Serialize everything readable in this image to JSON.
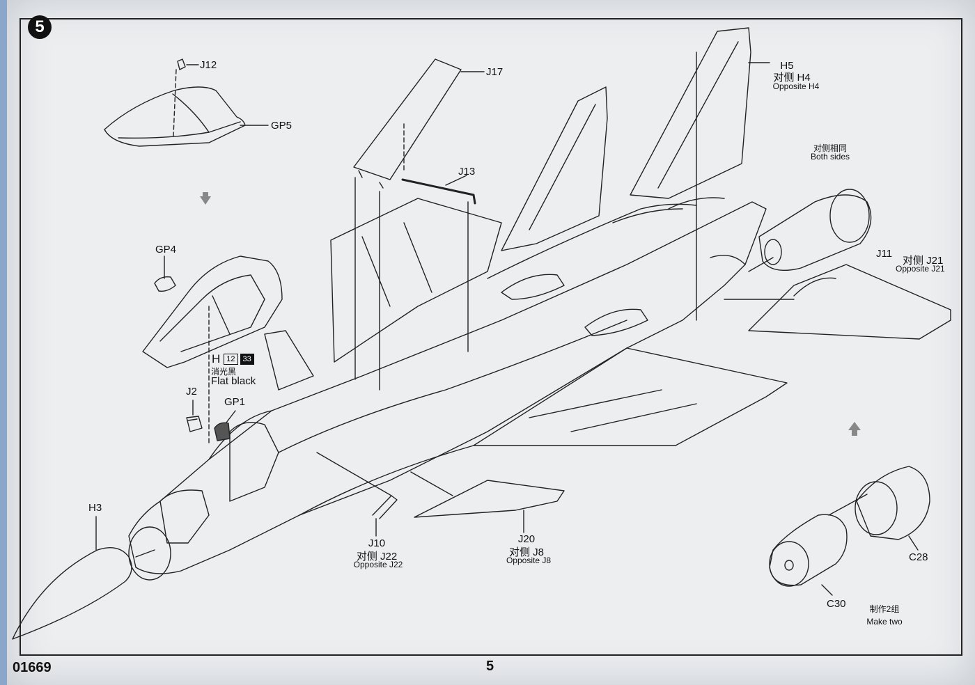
{
  "step": {
    "number": "5"
  },
  "footer": {
    "kit_code": "01669",
    "page_number": "5"
  },
  "paint_ref": {
    "part": "H",
    "code_1": "12",
    "code_2": "33",
    "name_cn": "消光黑",
    "name_en": "Flat black"
  },
  "labels": {
    "j12": "J12",
    "gp5": "GP5",
    "gp4": "GP4",
    "j17": "J17",
    "j13": "J13",
    "h5": "H5",
    "h4_line": "对侧 H4",
    "h4_en": "Opposite H4",
    "both_cn": "对侧相同",
    "both_en": "Both sides",
    "j11": "J11",
    "j21_line": "对侧 J21",
    "j21_en": "Opposite J21",
    "j2": "J2",
    "gp1": "GP1",
    "h3": "H3",
    "j10": "J10",
    "j22_line": "对侧 J22",
    "j22_en": "Opposite J22",
    "j20": "J20",
    "j8_line": "对侧 J8",
    "j8_en": "Opposite J8",
    "c28": "C28",
    "c30": "C30",
    "make_two_cn": "制作2组",
    "make_two_en": "Make two"
  }
}
